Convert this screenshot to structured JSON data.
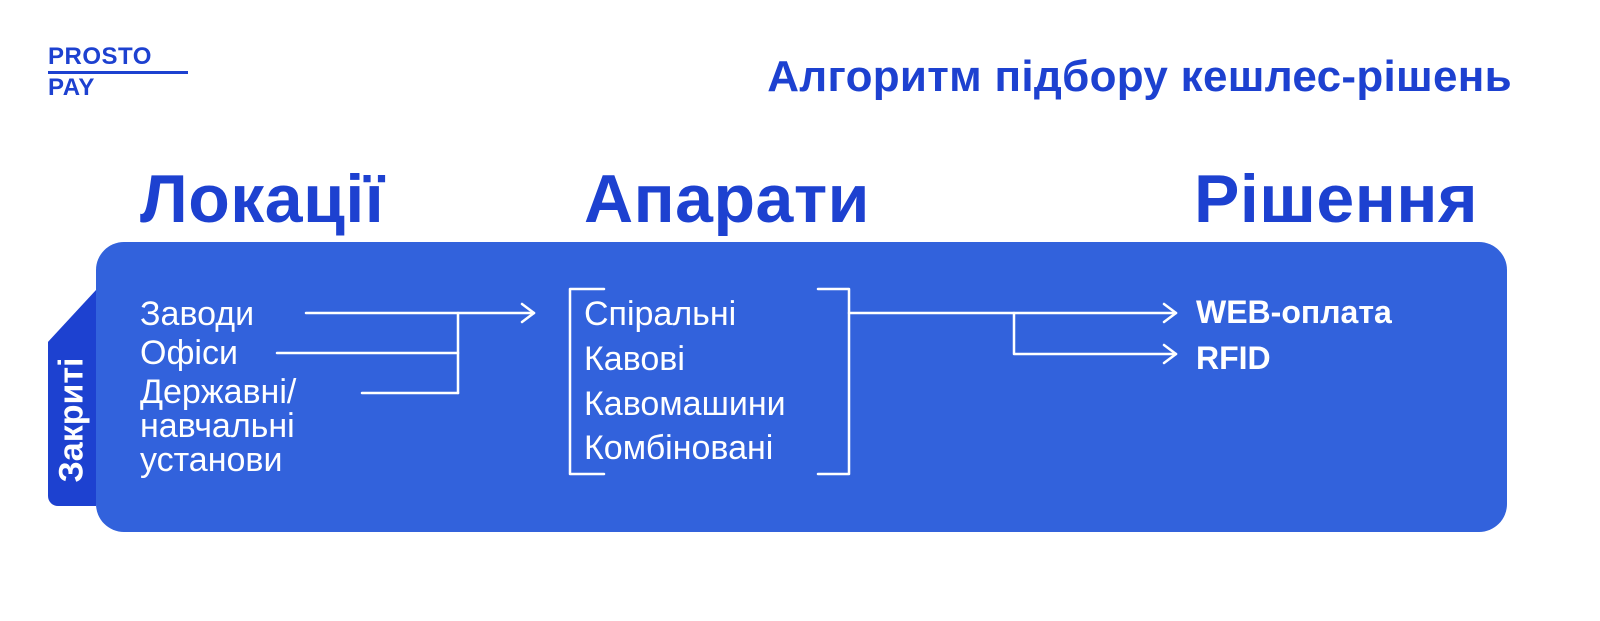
{
  "logo": {
    "line1": "PROSTO",
    "line2": "PAY"
  },
  "title": "Алгоритм підбору кешлес-рішень",
  "columns": {
    "locations": "Локації",
    "devices": "Апарати",
    "solutions": "Рішення"
  },
  "side_tab": "Закриті",
  "locations": [
    "Заводи",
    "Офіси",
    "Державні/",
    "навчальні",
    "установи"
  ],
  "devices": [
    "Спіральні",
    "Кавові",
    "Кавомашини",
    "Комбіновані"
  ],
  "solutions": [
    "WEB-оплата",
    "RFID"
  ],
  "colors": {
    "brand": "#1d41d0",
    "panel": "#3262dc",
    "text_on_panel": "#ffffff"
  }
}
